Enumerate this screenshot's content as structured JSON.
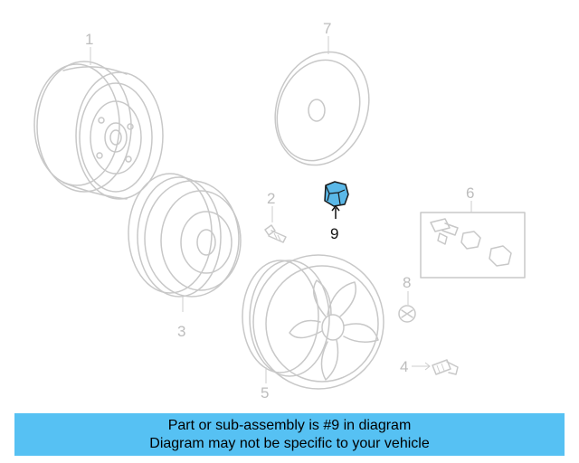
{
  "diagram": {
    "callouts": [
      "1",
      "2",
      "3",
      "4",
      "5",
      "6",
      "7",
      "8",
      "9"
    ],
    "highlight_color": "#5ab8e8",
    "highlighted_part": "9"
  },
  "banner": {
    "line1": "Part or sub-assembly is #9 in diagram",
    "line2": "Diagram may not be specific to your vehicle",
    "background": "#56c1f3"
  }
}
